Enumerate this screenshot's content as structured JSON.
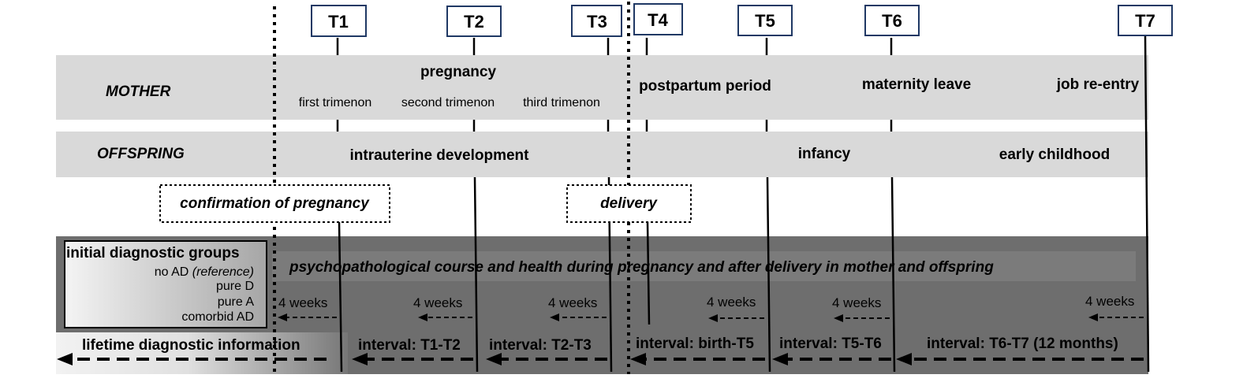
{
  "timepoints": [
    "T1",
    "T2",
    "T3",
    "T4",
    "T5",
    "T6",
    "T7"
  ],
  "mother": {
    "label": "MOTHER",
    "pregnancy": "pregnancy",
    "trimesters": [
      "first trimenon",
      "second trimenon",
      "third trimenon"
    ],
    "postpartum": "postpartum period",
    "maternity_leave": "maternity leave",
    "job_reentry": "job re-entry"
  },
  "offspring": {
    "label": "OFFSPRING",
    "intrauterine": "intrauterine development",
    "infancy": "infancy",
    "early_childhood": "early childhood"
  },
  "events": {
    "confirmation": "confirmation of pregnancy",
    "delivery": "delivery"
  },
  "groups": {
    "title": "initial diagnostic groups",
    "reference_prefix": "no AD",
    "reference_note": "(reference)",
    "pure_d": "pure D",
    "pure_a": "pure A",
    "comorbid": "comorbid AD"
  },
  "course_label": "psychopathological course and health during pregnancy and after delivery in mother and offspring",
  "weeks_label": "4 weeks",
  "lifetime_label": "lifetime diagnostic information",
  "intervals": [
    "interval: T1-T2",
    "interval: T2-T3",
    "interval: birth-T5",
    "interval: T5-T6",
    "interval: T6-T7 (12 months)"
  ],
  "colors": {
    "band": "#d9d9d9",
    "dark_panel": "#6e6e6e",
    "course_band": "#7b7b7b",
    "box_border": "#1f3864"
  }
}
